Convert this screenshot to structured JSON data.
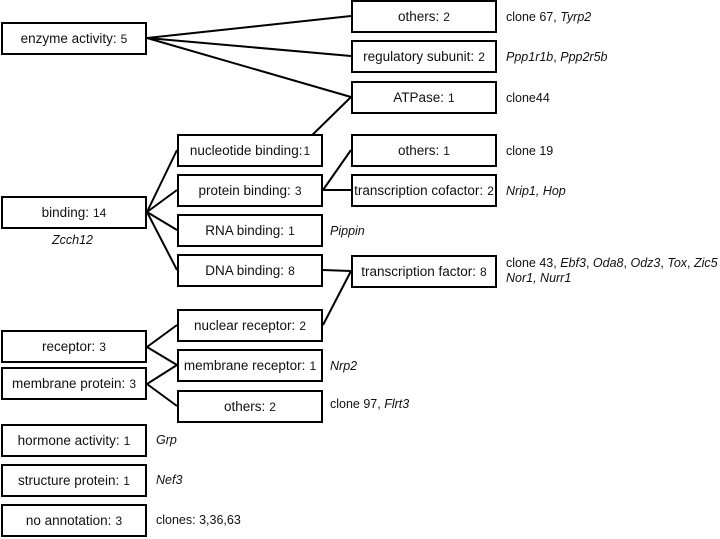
{
  "nodes": {
    "enzyme_activity": {
      "label": "enzyme activity:",
      "count": "5"
    },
    "binding": {
      "label": "binding:",
      "count": "14"
    },
    "receptor": {
      "label": "receptor:",
      "count": "3"
    },
    "membrane_protein": {
      "label": "membrane protein:",
      "count": "3"
    },
    "hormone_activity": {
      "label": "hormone activity:",
      "count": "1"
    },
    "structure_protein": {
      "label": "structure protein:",
      "count": "1"
    },
    "no_annotation": {
      "label": "no annotation:",
      "count": "3"
    },
    "nucleotide_binding": {
      "label": "nucleotide binding:",
      "count": "1"
    },
    "protein_binding": {
      "label": "protein binding:",
      "count": "3"
    },
    "rna_binding": {
      "label": "RNA binding:",
      "count": "1"
    },
    "dna_binding": {
      "label": "DNA binding:",
      "count": "8"
    },
    "nuclear_receptor": {
      "label": "nuclear receptor:",
      "count": "2"
    },
    "membrane_receptor": {
      "label": "membrane receptor:",
      "count": "1"
    },
    "others_membrane": {
      "label": "others:",
      "count": "2"
    },
    "others_enzyme": {
      "label": "others:",
      "count": "2"
    },
    "regulatory_subunit": {
      "label": "regulatory subunit:",
      "count": "2"
    },
    "atpase": {
      "label": "ATPase:",
      "count": "1"
    },
    "others_binding": {
      "label": "others:",
      "count": "1"
    },
    "transcription_cofactor": {
      "label": "transcription cofactor:",
      "count": "2"
    },
    "transcription_factor": {
      "label": "transcription factor:",
      "count": "8"
    }
  },
  "annotations": {
    "others_enzyme": {
      "clone": "clone 67,",
      "genes": "Tyrp2"
    },
    "regulatory_subunit": {
      "genes": "Ppp1r1b",
      "sep": ",",
      "genes2": "Ppp2r5b"
    },
    "atpase": {
      "clone": "clone44"
    },
    "others_binding": {
      "clone": "clone 19"
    },
    "transcription_cofactor": {
      "genes": "Nrip1, Hop"
    },
    "binding": {
      "genes": "Zcch12"
    },
    "rna_binding": {
      "genes": "Pippin"
    },
    "transcription_factor": {
      "clone": "clone 43,",
      "line1_genes": [
        {
          "name": "Ebf3",
          "sep": ","
        },
        {
          "name": "Oda8",
          "sep": ","
        },
        {
          "name": "Odz3",
          "sep": ","
        },
        {
          "name": "Tox",
          "sep": ","
        },
        {
          "name": "Zic5",
          "sep": ""
        }
      ],
      "line2_genes": "Nor1, Nurr1"
    },
    "membrane_receptor": {
      "genes": "Nrp2"
    },
    "others_membrane": {
      "clone": "clone 97,",
      "genes": "Flrt3"
    },
    "hormone_activity": {
      "genes": "Grp"
    },
    "structure_protein": {
      "genes": "Nef3"
    },
    "no_annotation": {
      "clone": "clones: 3,36,63"
    }
  }
}
